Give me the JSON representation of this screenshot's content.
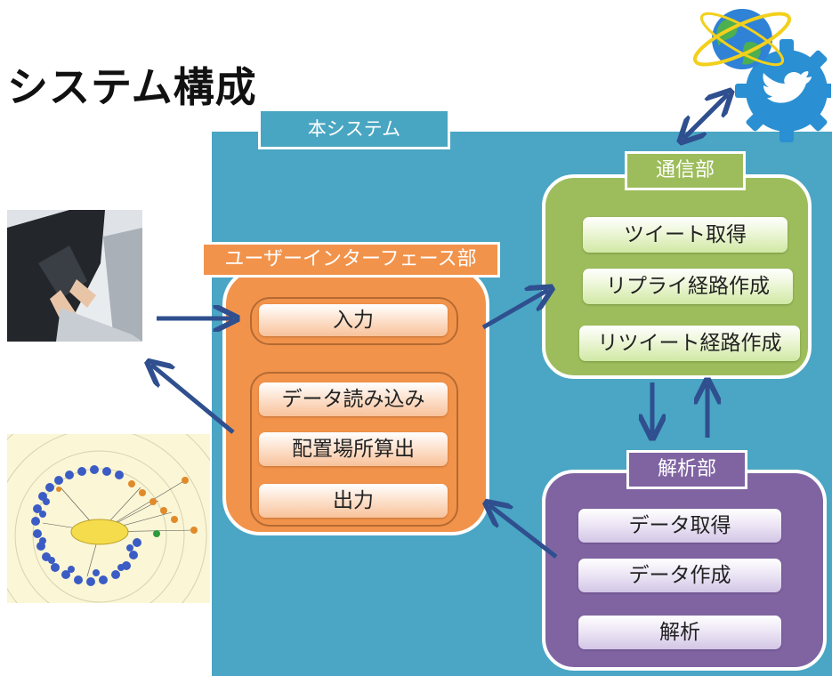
{
  "title": "システム構成",
  "system": {
    "label": "本システム"
  },
  "ui": {
    "label": "ユーザーインターフェース部",
    "input": "入力",
    "load": "データ読み込み",
    "placement": "配置場所算出",
    "output": "出力"
  },
  "comm": {
    "label": "通信部",
    "items": [
      "ツイート取得",
      "リプライ経路作成",
      "リツイート経路作成"
    ]
  },
  "analysis": {
    "label": "解析部",
    "items": [
      "データ取得",
      "データ作成",
      "解析"
    ]
  },
  "images": {
    "user_photo": "person-typing-on-laptop",
    "graph_view": "network-graph-visualization",
    "twitter_logo": "globe-and-twitter-bird-gear-icon"
  },
  "colors": {
    "system_bg": "#4aa6c4",
    "ui": "#f2934b",
    "comm": "#9dbd5c",
    "analysis": "#8064a2",
    "arrow": "#2f4f8f"
  }
}
